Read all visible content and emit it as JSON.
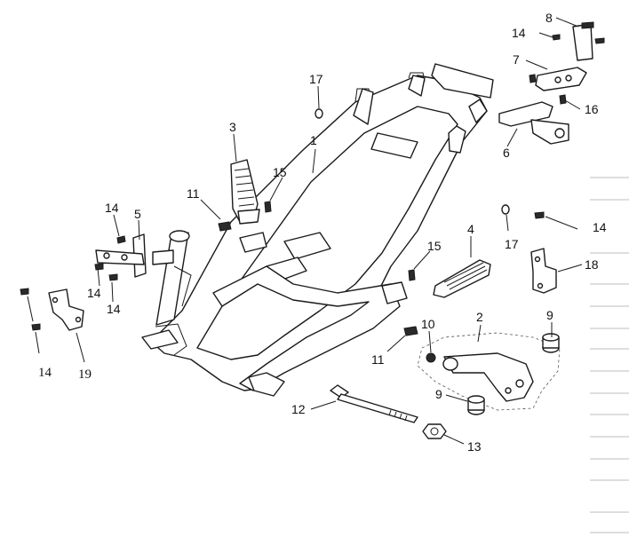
{
  "diagram": {
    "callouts": {
      "c1": "1",
      "c2": "2",
      "c3": "3",
      "c4": "4",
      "c5": "5",
      "c6": "6",
      "c7": "7",
      "c8": "8",
      "c9a": "9",
      "c9b": "9",
      "c10": "10",
      "c11a": "11",
      "c11b": "11",
      "c12": "12",
      "c13": "13",
      "c14a": "14",
      "c14b": "14",
      "c14c": "14",
      "c14d": "14",
      "c14e": "14",
      "c15a": "15",
      "c15b": "15",
      "c16": "16",
      "c17a": "17",
      "c17b": "17",
      "c18": "18",
      "c19": "19"
    }
  },
  "colors": {
    "ink": "#1a1a1a",
    "background": "#ffffff",
    "rule": "#bdbdbd"
  }
}
